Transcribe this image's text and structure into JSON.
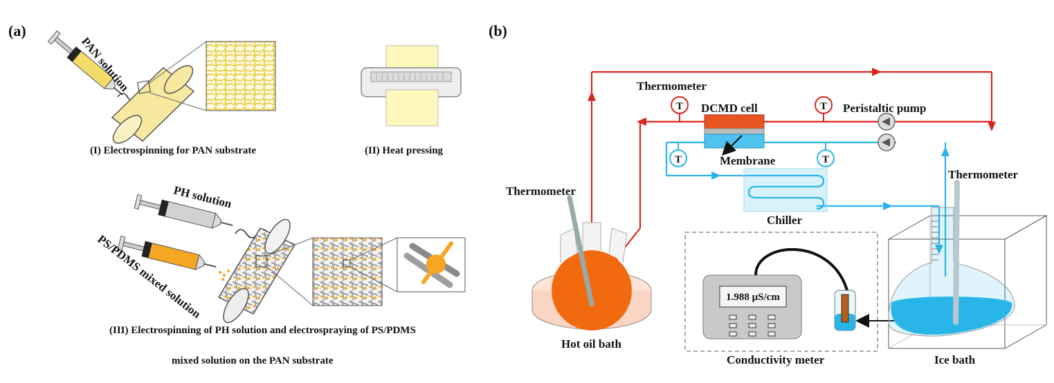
{
  "panel_a": {
    "label": "(a)",
    "pan_solution": "PAN solution",
    "caption_1": "(I) Electrospinning for PAN substrate",
    "caption_2": "(II) Heat pressing",
    "ph_solution": "PH solution",
    "pspdms_solution": "PS/PDMS mixed solution",
    "caption_3_line1": "(III) Electrospinning of PH solution and electrospraying of PS/PDMS",
    "caption_3_line2": "mixed solution on the PAN substrate"
  },
  "panel_b": {
    "label": "(b)",
    "thermometer_top": "Thermometer",
    "dcmd_cell": "DCMD cell",
    "peristaltic_pump": "Peristaltic pump",
    "membrane": "Membrane",
    "thermometer_left": "Thermometer",
    "thermometer_right": "Thermometer",
    "chiller": "Chiller",
    "hot_oil_bath": "Hot oil bath",
    "conductivity_meter": "Conductivity meter",
    "ice_bath": "Ice bath",
    "meter_reading": "1.988 μS/cm",
    "t_symbol": "T"
  },
  "colors": {
    "hot_line": "#d9261c",
    "cold_line": "#29b5e8",
    "oil": "#f26a10",
    "ice_water": "#29b5e8",
    "pan_fiber": "#f3dc6a",
    "ps_pdms": "#f5a623"
  }
}
